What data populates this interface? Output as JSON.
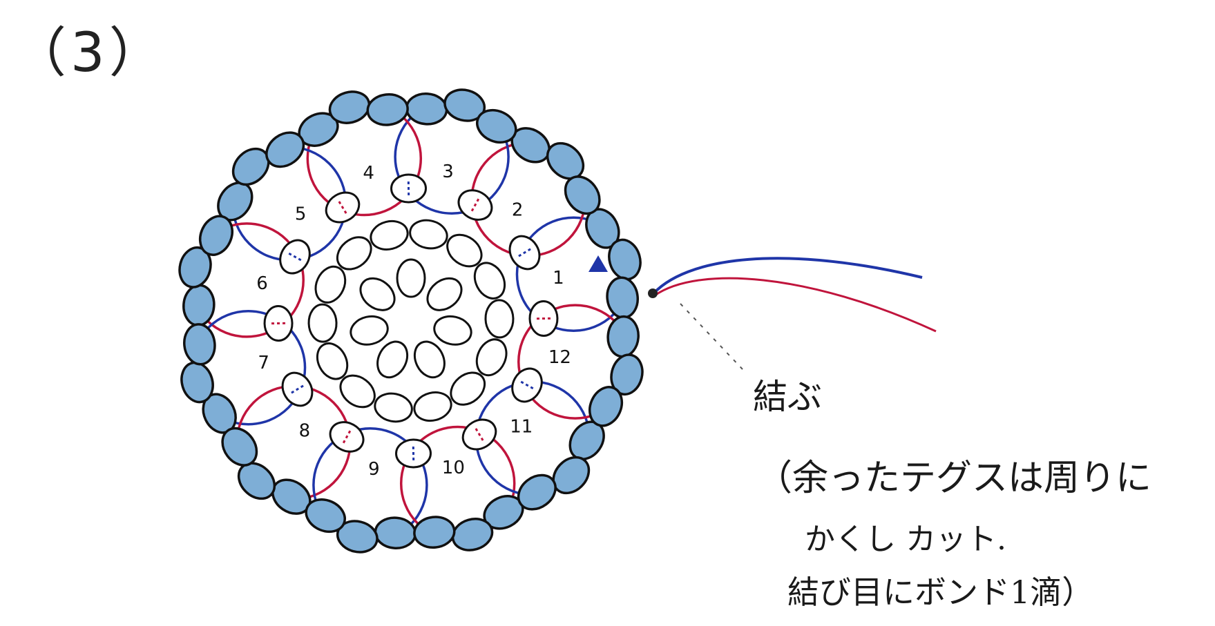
{
  "step_label": "（3）",
  "ring_numbers": [
    "1",
    "2",
    "3",
    "4",
    "5",
    "6",
    "7",
    "8",
    "9",
    "10",
    "11",
    "12"
  ],
  "colors": {
    "blue_thread": "#1f35a8",
    "red_thread": "#c0143c",
    "bead_fill": "#7eaed6",
    "bead_outline": "#111111",
    "center_bead_fill": "#ffffff"
  },
  "notes": {
    "tie": "結ぶ",
    "line1": "（余ったテグスは周りに",
    "line2": "かくし カット.",
    "line3": "結び目にボンド1滴）"
  }
}
